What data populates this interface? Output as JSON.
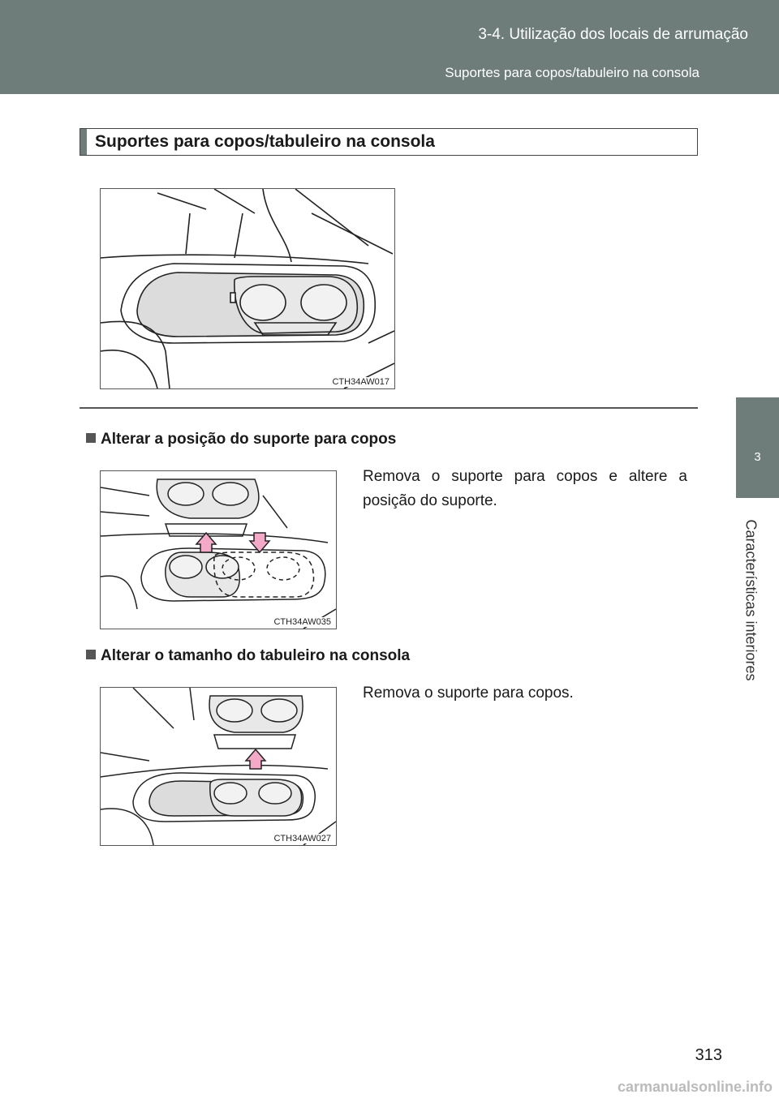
{
  "header": {
    "chapter": "3-4. Utilização dos locais de arrumação",
    "section": "Suportes para copos/tabuleiro na consola"
  },
  "sidetab": {
    "number": "3",
    "label": "Características interiores"
  },
  "section_title": "Suportes para copos/tabuleiro na consola",
  "figures": {
    "fig1": {
      "code": "CTH34AW017"
    },
    "fig2": {
      "code": "CTH34AW035"
    },
    "fig3": {
      "code": "CTH34AW027"
    }
  },
  "subsections": [
    {
      "title": "Alterar a posição do suporte para copos",
      "text": "Remova o suporte para copos e altere a posição do suporte."
    },
    {
      "title": "Alterar o tamanho do tabuleiro na consola",
      "text": "Remova o suporte para copos."
    }
  ],
  "page_number": "313",
  "footer": "carmanualsonline.info"
}
